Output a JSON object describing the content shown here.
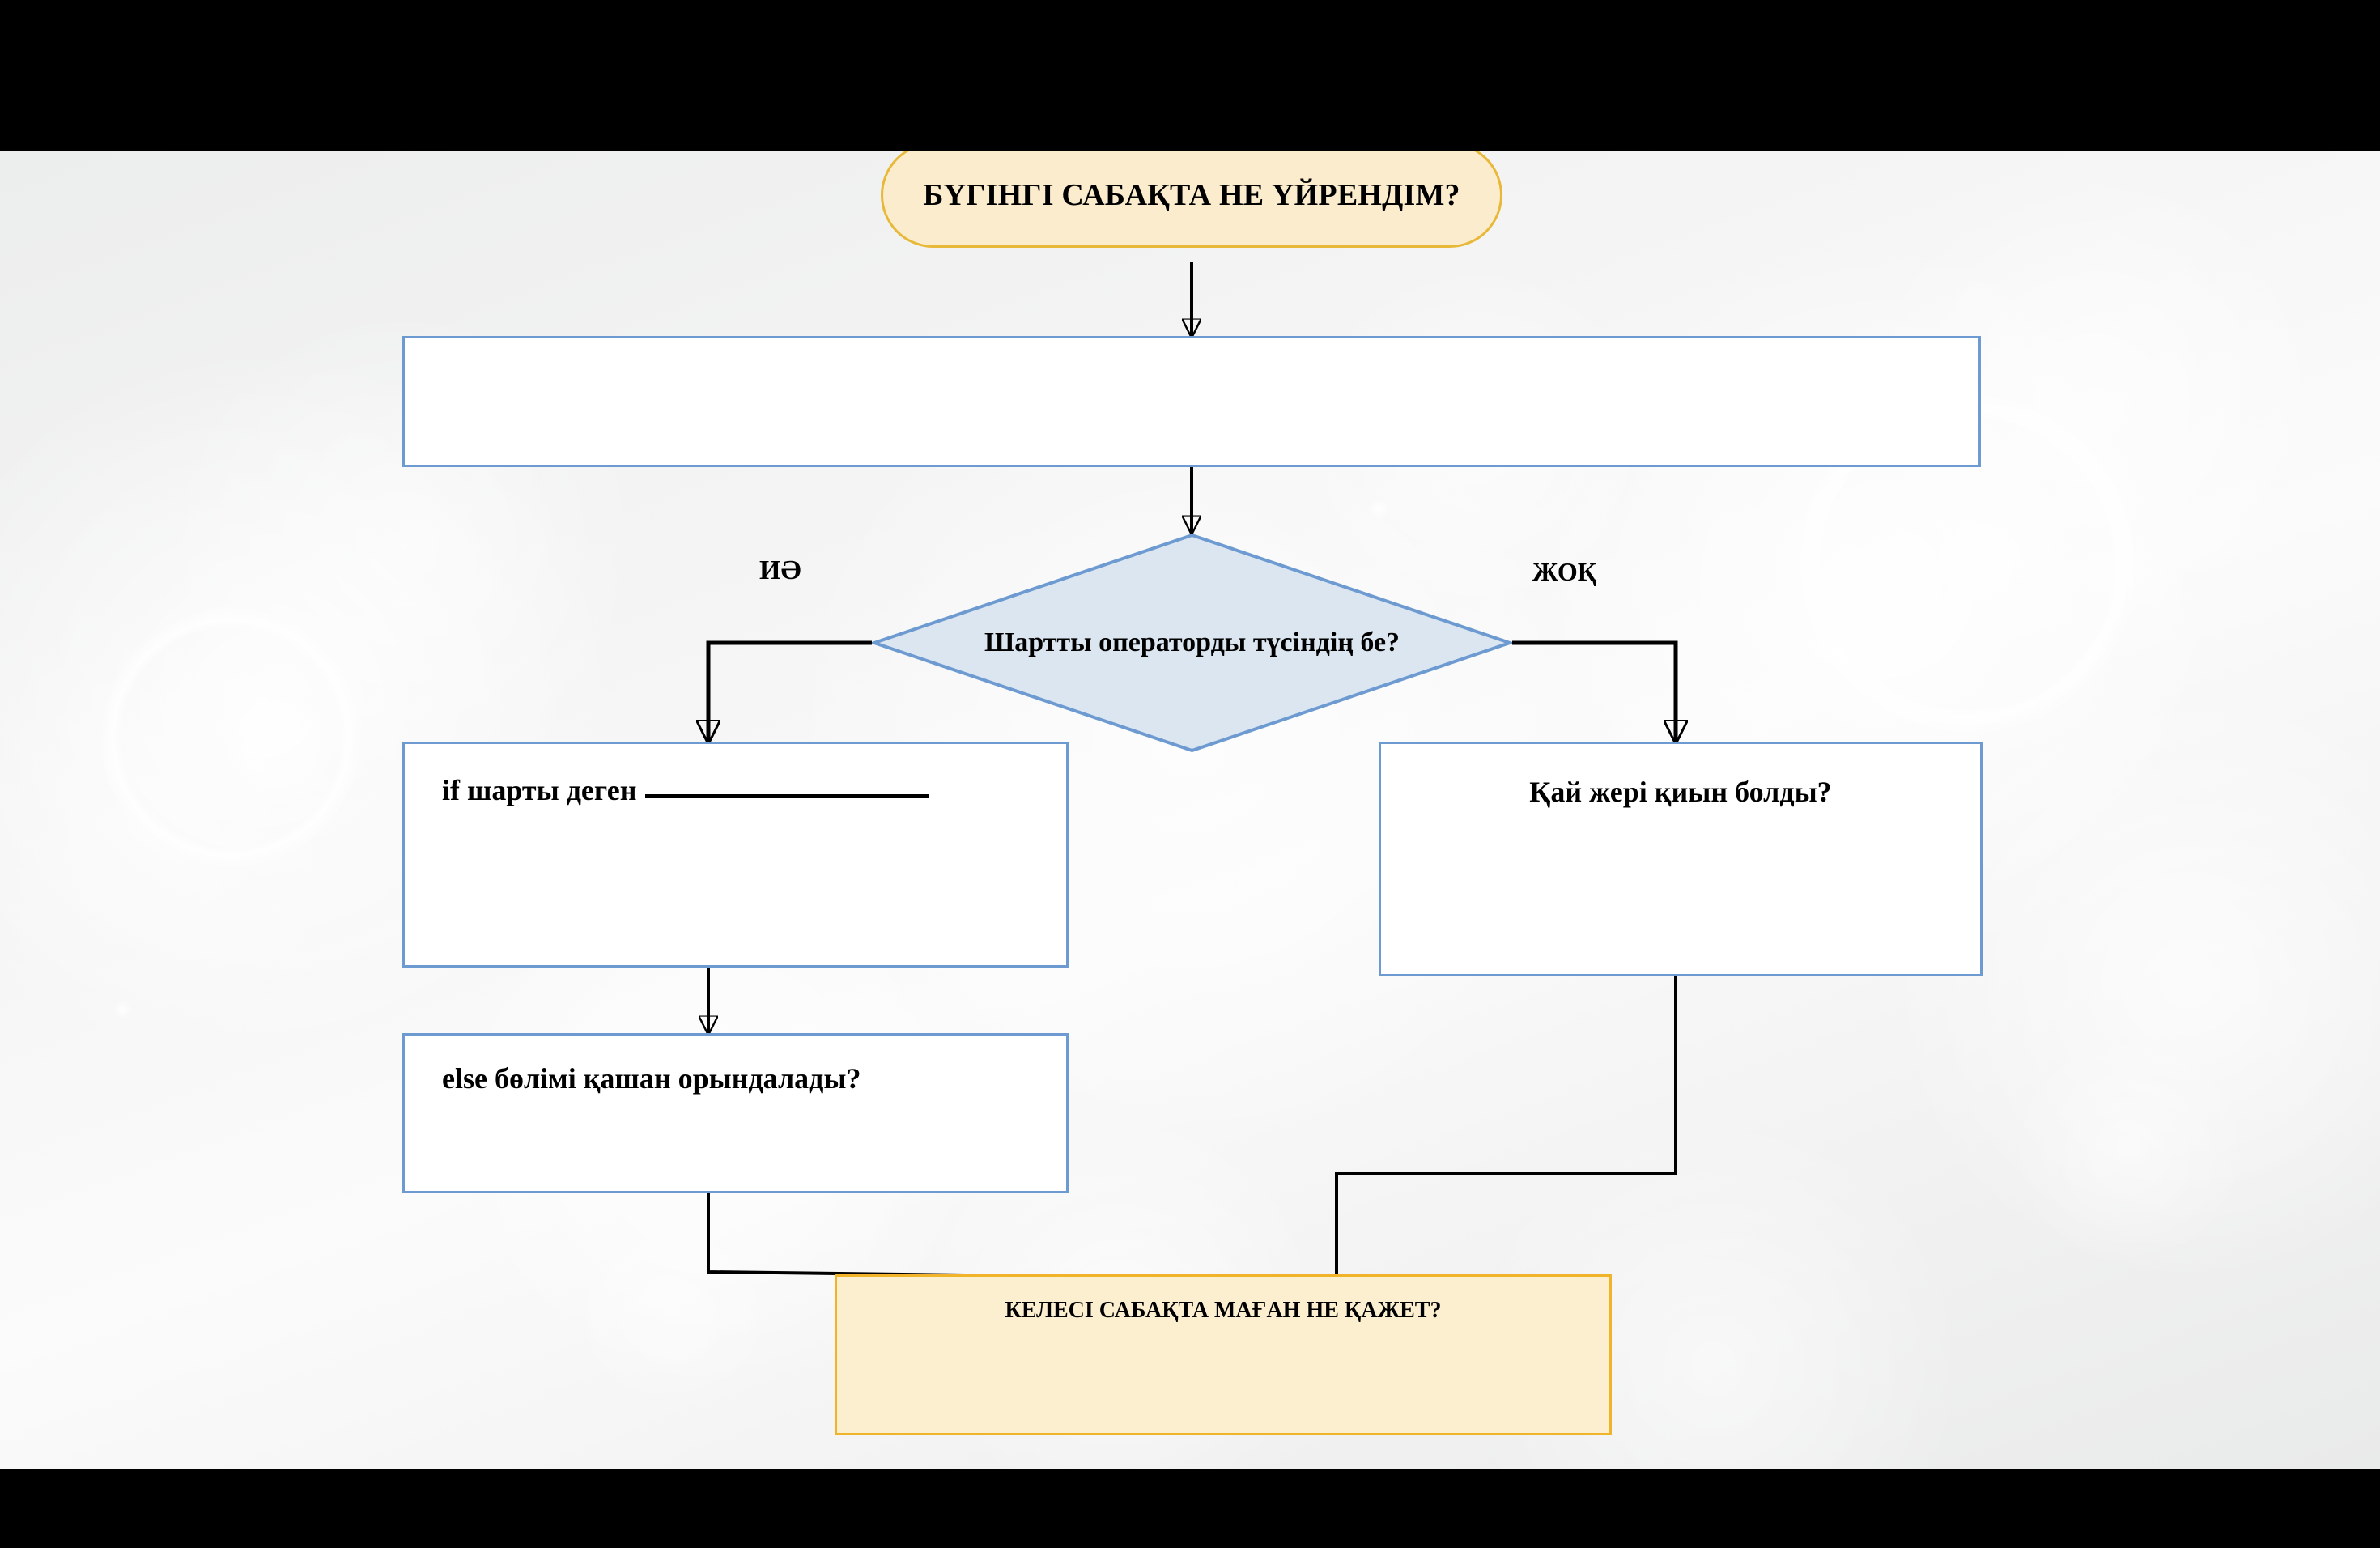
{
  "slide": {
    "language": "kk",
    "background_color": "#f2f3f3",
    "letterbox_color": "#000000"
  },
  "palette": {
    "box_border_blue": "#6d9bd1",
    "box_fill_white": "#ffffff",
    "diamond_fill": "#dce6f1",
    "diamond_border": "#6d9bd1",
    "oval_fill": "#fbeccd",
    "oval_border": "#e8b838",
    "end_fill": "#fcefcf",
    "end_border": "#f0b42a",
    "connector_color": "#000000",
    "text_color": "#000000"
  },
  "flowchart": {
    "type": "flowchart",
    "title_node": {
      "id": "start",
      "shape": "rounded-oval",
      "label": "БҮГІНГІ САБАҚТА НЕ ҮЙРЕНДІМ?"
    },
    "answer_box": {
      "id": "answer-area",
      "shape": "rectangle",
      "label": ""
    },
    "decision": {
      "id": "decision",
      "shape": "diamond",
      "label": "Шартты операторды түсіндің бе?",
      "branch_yes_label": "ИӘ",
      "branch_no_label": "ЖОҚ"
    },
    "yes_branch": [
      {
        "id": "if-box",
        "shape": "rectangle",
        "label": "if шарты деген",
        "has_blank_line": true
      },
      {
        "id": "else-box",
        "shape": "rectangle",
        "label": "else бөлімі қашан орындалады?",
        "has_blank_line": false
      }
    ],
    "no_branch": [
      {
        "id": "hard-box",
        "shape": "rectangle",
        "label": "Қай жері қиын болды?",
        "has_blank_line": false
      }
    ],
    "end_node": {
      "id": "end",
      "shape": "rectangle",
      "label": "КЕЛЕСІ САБАҚТА МАҒАН  НЕ ҚАЖЕТ?"
    },
    "edges": [
      {
        "from": "start",
        "to": "answer-area",
        "label": ""
      },
      {
        "from": "answer-area",
        "to": "decision",
        "label": ""
      },
      {
        "from": "decision",
        "to": "if-box",
        "label": "ИӘ"
      },
      {
        "from": "decision",
        "to": "hard-box",
        "label": "ЖОҚ"
      },
      {
        "from": "if-box",
        "to": "else-box",
        "label": ""
      },
      {
        "from": "else-box",
        "to": "end",
        "label": ""
      },
      {
        "from": "hard-box",
        "to": "end",
        "label": ""
      }
    ]
  }
}
